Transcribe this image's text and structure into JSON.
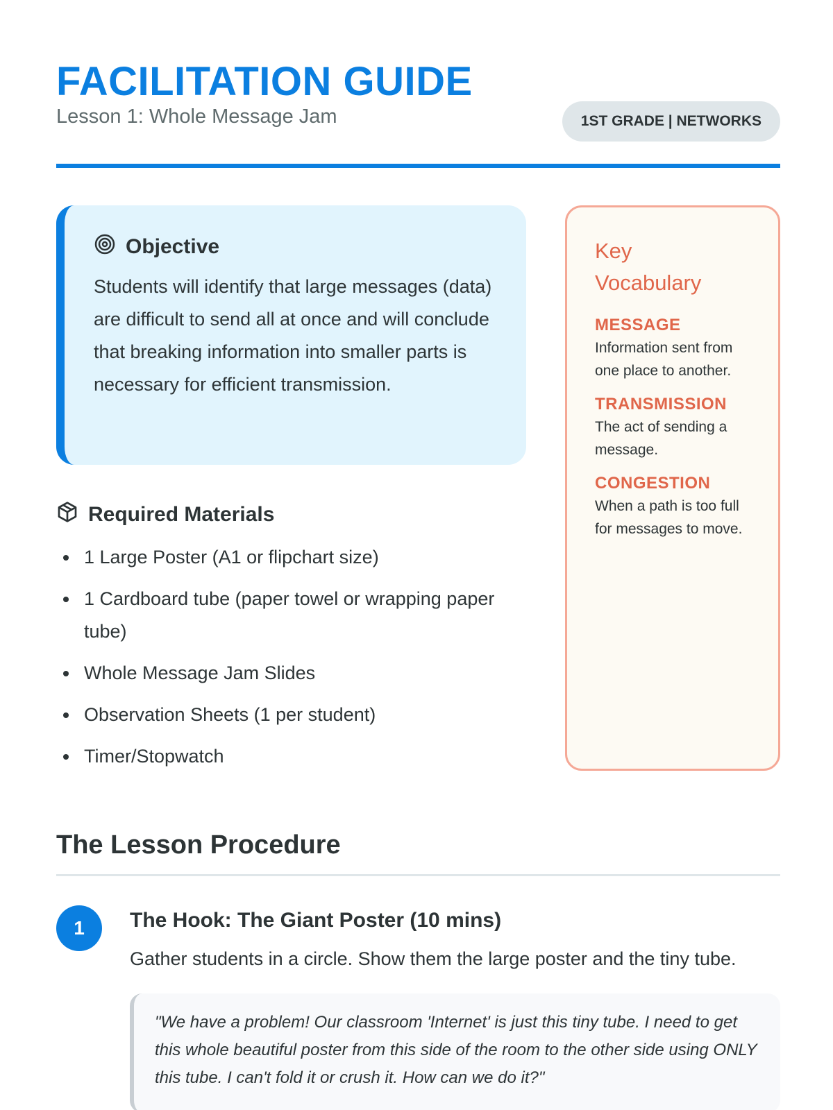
{
  "header": {
    "title": "FACILITATION GUIDE",
    "subtitle": "Lesson 1: Whole Message Jam",
    "badge": "1ST GRADE | NETWORKS"
  },
  "objective": {
    "icon": "target-icon",
    "heading": "Objective",
    "text": "Students will identify that large messages (data) are difficult to send all at once and will conclude that breaking information into smaller parts is necessary for efficient transmission."
  },
  "materials": {
    "icon": "box-icon",
    "heading": "Required Materials",
    "items": [
      "1 Large Poster (A1 or flipchart size)",
      "1 Cardboard tube (paper towel or wrapping paper tube)",
      "Whole Message Jam Slides",
      "Observation Sheets (1 per student)",
      "Timer/Stopwatch"
    ]
  },
  "vocabulary": {
    "heading": "Key Vocabulary",
    "terms": [
      {
        "term": "MESSAGE",
        "definition": "Information sent from one place to another."
      },
      {
        "term": "TRANSMISSION",
        "definition": "The act of sending a message."
      },
      {
        "term": "CONGESTION",
        "definition": "When a path is too full for messages to move."
      }
    ]
  },
  "procedure": {
    "heading": "The Lesson Procedure",
    "steps": [
      {
        "number": "1",
        "title": "The Hook: The Giant Poster (10 mins)",
        "text": "Gather students in a circle. Show them the large poster and the tiny tube.",
        "quote": "\"We have a problem! Our classroom 'Internet' is just this tiny tube. I need to get this whole beautiful poster from this side of the room to the other side using ONLY this tube. I can't fold it or crush it. How can we do it?\""
      }
    ]
  },
  "colors": {
    "accent": "#0b7fe0",
    "vocab": "#e0664a",
    "objective_bg": "#e1f4fd"
  }
}
